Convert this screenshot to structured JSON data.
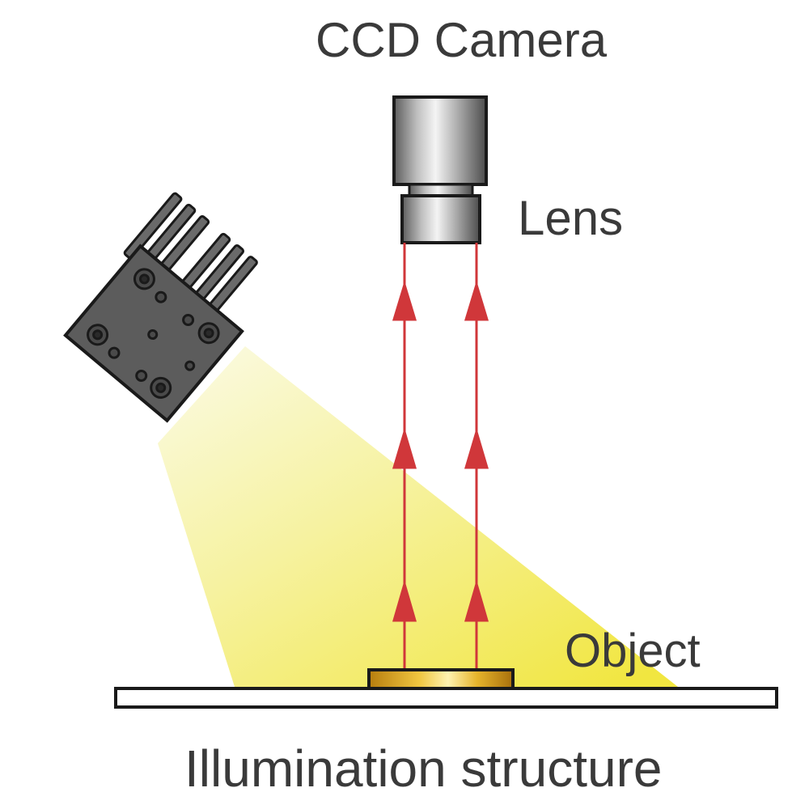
{
  "labels": {
    "camera": "CCD Camera",
    "lens": "Lens",
    "object": "Object",
    "caption": "Illumination structure"
  },
  "colors": {
    "ray": "#d0373a",
    "light_beam": "#f2e94a",
    "light_source_body": "#5a5a5a",
    "object_gold": "#d9a21a",
    "outline": "#1a1a1a",
    "text": "#3a3a3a"
  },
  "icons": {
    "light_source": "led-light-source-icon",
    "camera": "ccd-camera-icon",
    "lens": "lens-icon"
  }
}
